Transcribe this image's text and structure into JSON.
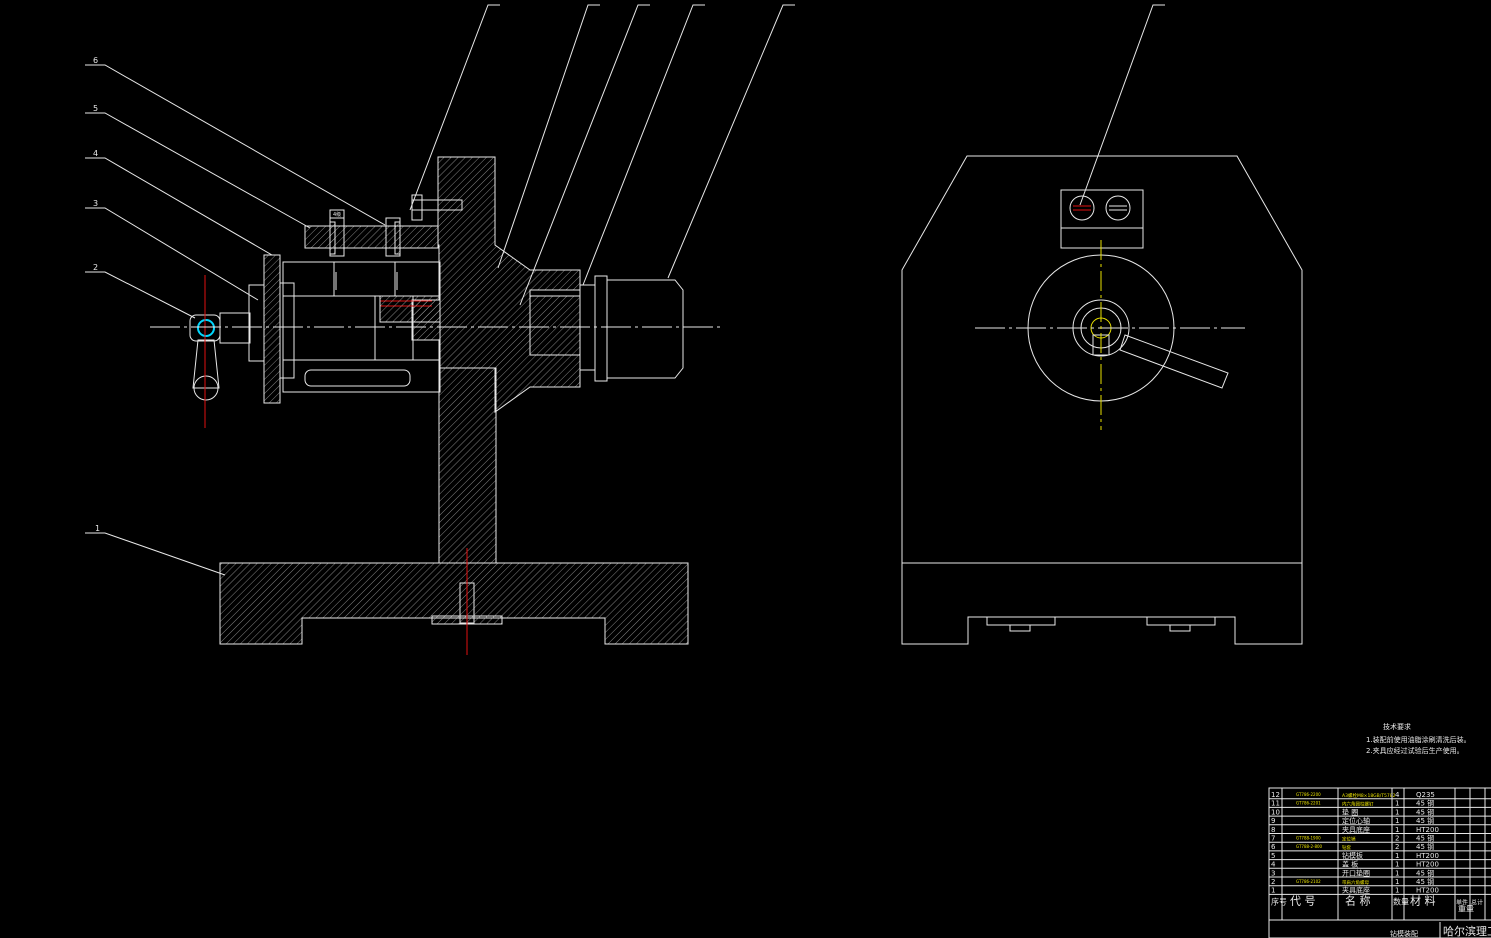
{
  "balloons": [
    "1",
    "2",
    "3",
    "4",
    "5",
    "6"
  ],
  "dim_label": "4级",
  "notes": {
    "title": "技术要求",
    "lines": [
      "1.装配前使用油脂涂刷清洗后装。",
      "2.夹具应经过试验后生产使用。"
    ]
  },
  "bom": {
    "rows": [
      {
        "no": "12",
        "code": "GT786-2200",
        "name": "A3螺栓M8×18GB/T5782",
        "qty": "4",
        "material": "Q235"
      },
      {
        "no": "11",
        "code": "GT786-2201",
        "name": "内六角圆柱螺钉",
        "qty": "1",
        "material": "45 钢"
      },
      {
        "no": "10",
        "code": "",
        "name": "垫 圈",
        "qty": "1",
        "material": "45 钢"
      },
      {
        "no": "9",
        "code": "",
        "name": "定位心轴",
        "qty": "1",
        "material": "45 钢"
      },
      {
        "no": "8",
        "code": "",
        "name": "夹具底座",
        "qty": "1",
        "material": "HT200"
      },
      {
        "no": "7",
        "code": "GT788-1900",
        "name": "定位销",
        "qty": "2",
        "material": "45 钢"
      },
      {
        "no": "6",
        "code": "GT788-2-800",
        "name": "钻套",
        "qty": "2",
        "material": "45 钢"
      },
      {
        "no": "5",
        "code": "",
        "name": "钻模板",
        "qty": "1",
        "material": "HT200"
      },
      {
        "no": "4",
        "code": "",
        "name": "盖 板",
        "qty": "1",
        "material": "HT200"
      },
      {
        "no": "3",
        "code": "",
        "name": "开口垫圈",
        "qty": "1",
        "material": "45 钢"
      },
      {
        "no": "2",
        "code": "GT786-2102",
        "name": "带肩六角螺母",
        "qty": "1",
        "material": "45 钢"
      },
      {
        "no": "1",
        "code": "",
        "name": "夹具底座",
        "qty": "1",
        "material": "HT200"
      }
    ],
    "header": {
      "no": "序号",
      "code": "代 号",
      "name": "名 称",
      "qty": "数量",
      "material": "材 料",
      "unit_w": "单件",
      "total_w": "总计",
      "weight": "重量"
    },
    "footer_left": "钻模装配",
    "footer_right": "哈尔滨理工"
  }
}
